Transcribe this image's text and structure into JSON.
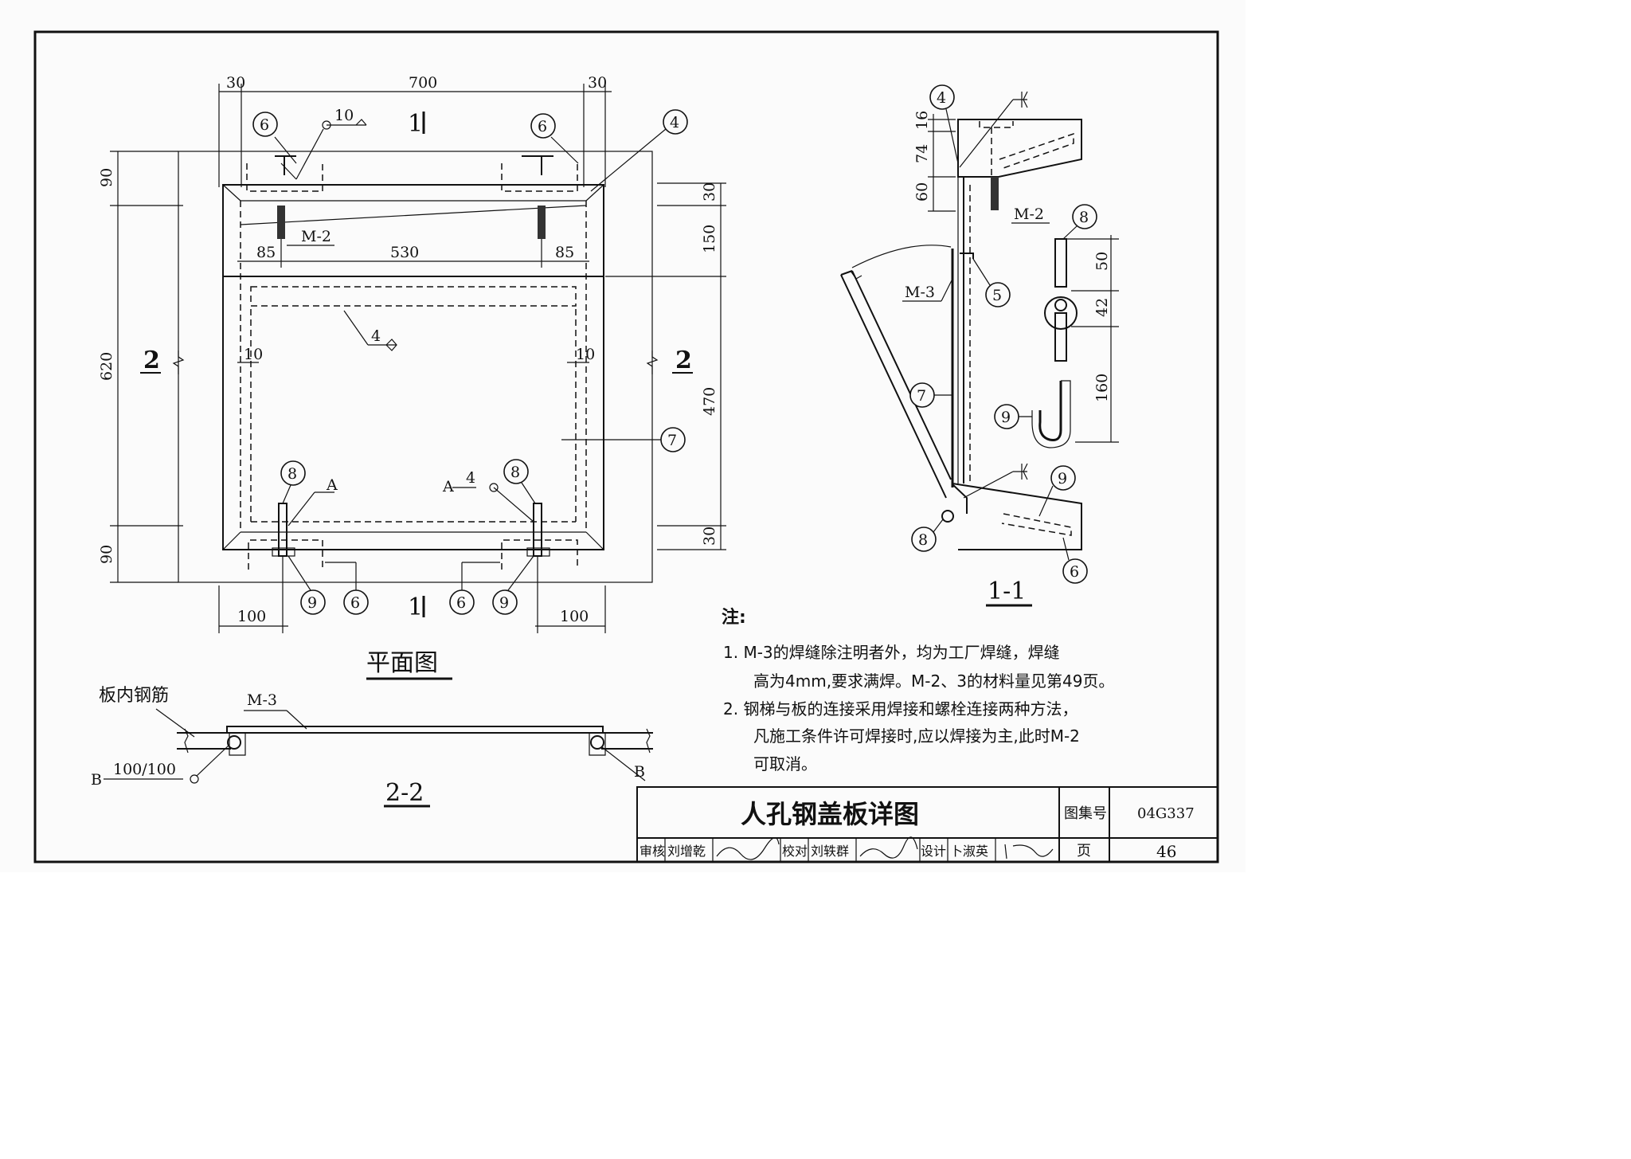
{
  "plan": {
    "title": "平面图",
    "dims_top": [
      "30",
      "700",
      "30"
    ],
    "dims_mid": [
      "85",
      "530",
      "85"
    ],
    "dims_left": [
      "90",
      "620",
      "90"
    ],
    "dims_right": [
      "30",
      "150",
      "470",
      "30"
    ],
    "dims_inner": [
      "10",
      "10"
    ],
    "dims_bottom": [
      "100",
      "100"
    ],
    "section_1": "1",
    "section_2": "2",
    "weld_top": "10",
    "weld_mid": "4",
    "weld_a_label": "A",
    "weld_a_size": "4",
    "m2_label": "M-2"
  },
  "section11": {
    "title": "1-1",
    "dims": [
      "16",
      "74",
      "60"
    ],
    "detail_dims": [
      "50",
      "42",
      "160"
    ],
    "m2_label": "M-2",
    "m3_label": "M-3"
  },
  "section22": {
    "title": "2-2",
    "rebar_label": "板内钢筋",
    "m3_label": "M-3",
    "weld_b_label": "B",
    "weld_b_spec": "100/100",
    "right_b_label": "B"
  },
  "bubbles": {
    "n4": "4",
    "n5": "5",
    "n6": "6",
    "n7": "7",
    "n8": "8",
    "n9": "9"
  },
  "notes": {
    "heading": "注:",
    "line1": "1. M-3的焊缝除注明者外，均为工厂焊缝，焊缝",
    "line2": "高为4mm,要求满焊。M-2、3的材料量见第49页。",
    "line3": "2. 钢梯与板的连接采用焊接和螺栓连接两种方法，",
    "line4": "凡施工条件许可焊接时,应以焊接为主,此时M-2",
    "line5": "可取消。"
  },
  "title_block": {
    "title": "人孔钢盖板详图",
    "atlas_label": "图集号",
    "atlas_no": "04G337",
    "reviewer_label": "审核",
    "reviewer": "刘增乾",
    "checker_label": "校对",
    "checker": "刘轶群",
    "designer_label": "设计",
    "designer": "卜淑英",
    "page_label": "页",
    "page_no": "46"
  }
}
